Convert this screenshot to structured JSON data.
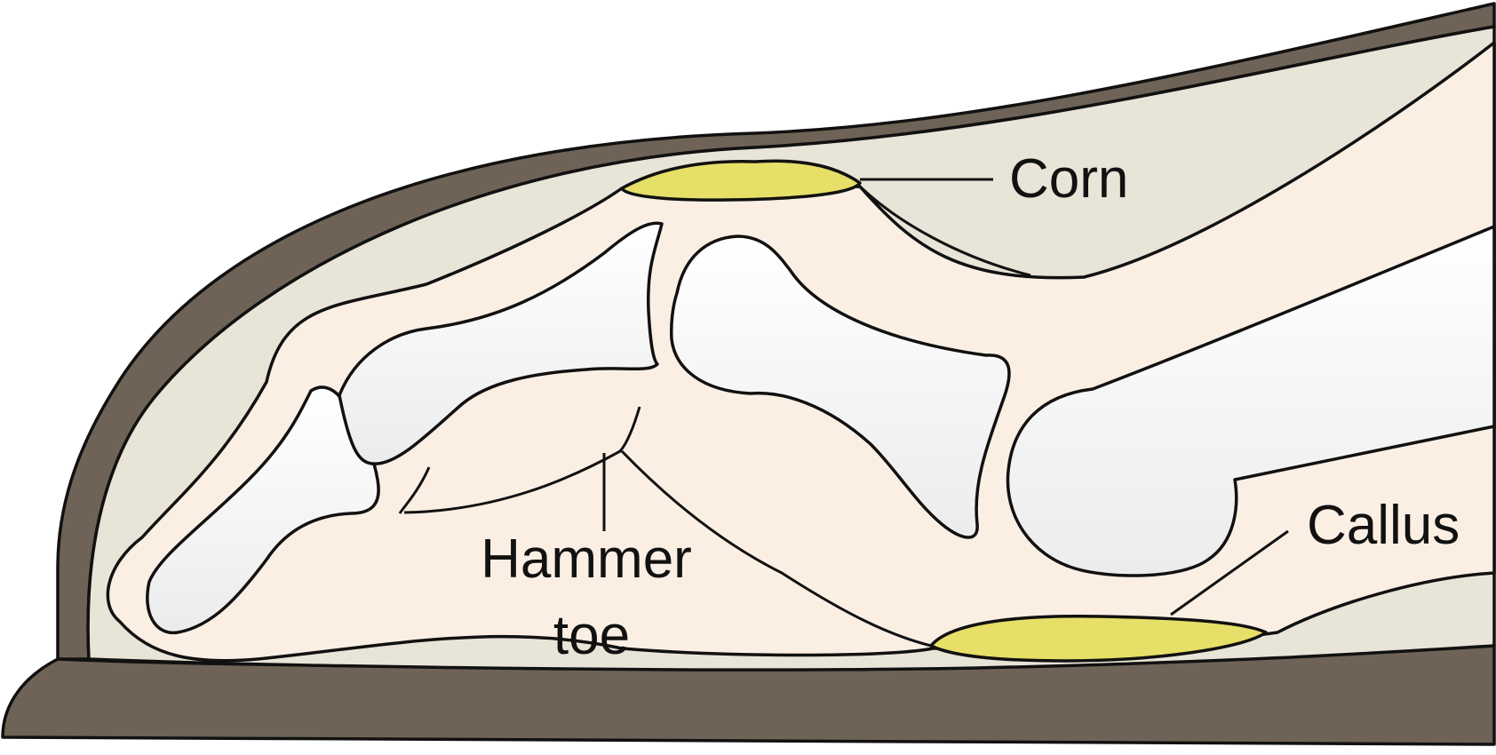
{
  "diagram": {
    "labels": {
      "corn": "Corn",
      "hammer_toe_line1": "Hammer",
      "hammer_toe_line2": "toe",
      "callus": "Callus"
    },
    "colors": {
      "shoe": "#6e6356",
      "shoe_lining": "#e9e4d8",
      "skin": "#fbefe4",
      "bone": "#ffffff",
      "bone_shade": "#ebebeb",
      "lesion": "#e6df68",
      "outline": "#111111"
    }
  }
}
